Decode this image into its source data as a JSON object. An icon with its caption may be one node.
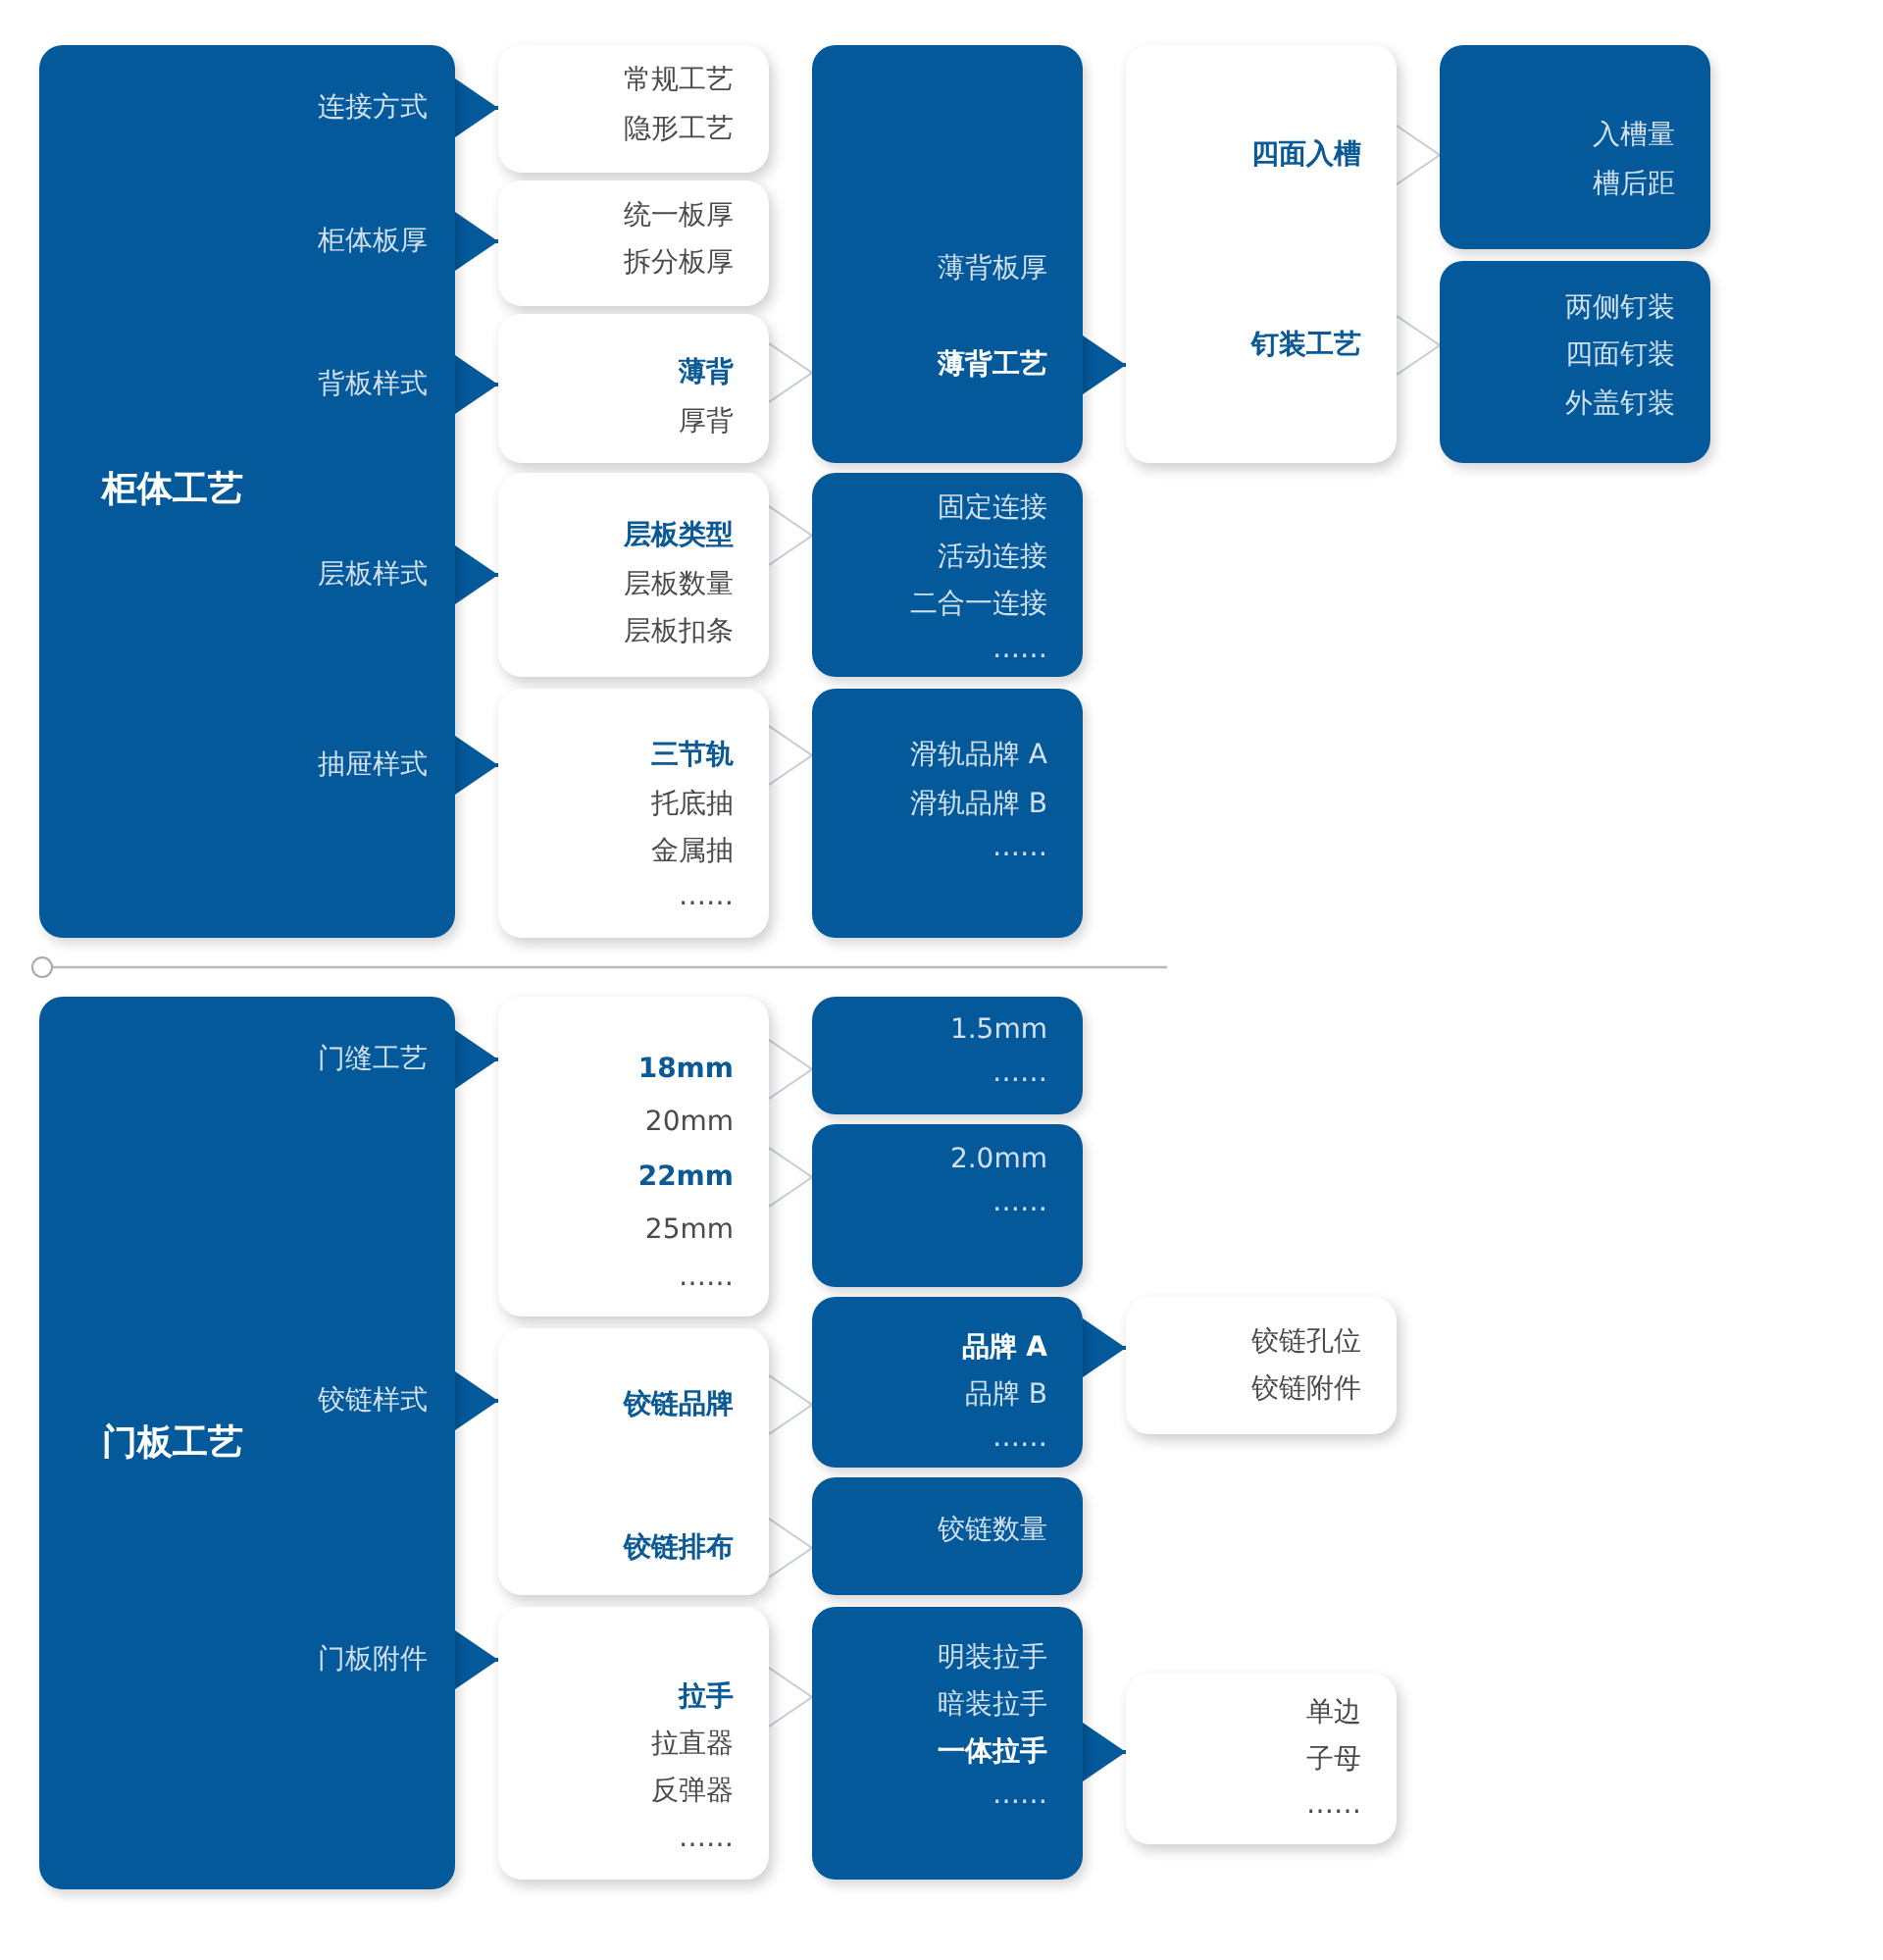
{
  "diagram": {
    "nodes": [
      {
        "text": [
          "柜体工艺"
        ]
      },
      {
        "text": [
          "连接方式"
        ],
        "in": 0
      },
      {
        "text": [
          "柜体板厚"
        ],
        "in": 0
      },
      {
        "text": [
          "背板样式"
        ],
        "in": 0
      },
      {
        "text": [
          "层板样式"
        ],
        "in": 0
      },
      {
        "text": [
          "抽屉样式"
        ],
        "in": 0
      },
      {
        "text": [
          "常规工艺",
          "隐形工艺"
        ]
      },
      {
        "text": [
          "统一板厚",
          "拆分板厚"
        ]
      },
      {
        "text": [
          "厚背"
        ]
      },
      {
        "text": [
          "薄背"
        ],
        "in": 8
      },
      {
        "text": [
          "层板数量",
          "层板扣条"
        ]
      },
      {
        "text": [
          "层板类型"
        ],
        "in": 10
      },
      {
        "text": [
          "托底抽",
          "金属抽",
          "……"
        ]
      },
      {
        "text": [
          "三节轨"
        ],
        "in": 12
      },
      {
        "text": [
          "薄背板厚"
        ]
      },
      {
        "text": [
          "薄背工艺"
        ],
        "in": 14
      },
      {
        "text": [
          "固定连接",
          "活动连接",
          "二合一连接",
          "……"
        ]
      },
      {
        "text": [
          "滑轨品牌 A",
          "滑轨品牌 B",
          "……"
        ]
      },
      {
        "text": [],
        "shape": "box"
      },
      {
        "text": [
          "四面入槽"
        ],
        "in": 18
      },
      {
        "text": [
          "钉装工艺"
        ],
        "in": 18
      },
      {
        "text": [
          "入槽量",
          "槽后距"
        ]
      },
      {
        "text": [
          "两侧钉装",
          "四面钉装",
          "外盖钉装"
        ]
      },
      {
        "text": [
          "门板工艺"
        ]
      },
      {
        "text": [
          "门缝工艺"
        ],
        "in": 23
      },
      {
        "text": [
          "铰链样式"
        ],
        "in": 23
      },
      {
        "text": [
          "门板附件"
        ],
        "in": 23
      },
      {
        "text": [
          "20mm",
          "25mm",
          "……"
        ]
      },
      {
        "text": [
          "18mm"
        ],
        "in": 27
      },
      {
        "text": [
          "22mm"
        ],
        "in": 27
      },
      {
        "text": [],
        "shape": "box"
      },
      {
        "text": [
          "铰链品牌"
        ],
        "in": 30
      },
      {
        "text": [
          "铰链排布"
        ],
        "in": 30
      },
      {
        "text": [
          "拉直器",
          "反弹器",
          "……"
        ]
      },
      {
        "text": [
          "拉手"
        ],
        "in": 33
      },
      {
        "text": [
          "1.5mm",
          "……"
        ]
      },
      {
        "text": [
          "2.0mm",
          "……"
        ]
      },
      {
        "text": [
          "品牌 B",
          "……"
        ]
      },
      {
        "text": [
          "品牌 A"
        ],
        "in": 37
      },
      {
        "text": [
          "铰链数量"
        ]
      },
      {
        "text": [
          "明装拉手",
          "暗装拉手",
          "……"
        ]
      },
      {
        "text": [
          "一体拉手"
        ],
        "in": 40
      },
      {
        "text": [
          "铰链孔位",
          "铰链附件"
        ]
      },
      {
        "text": [
          "单边",
          "子母",
          "……"
        ]
      }
    ],
    "edges": [
      {
        "from": 1,
        "to": 6,
        "arrow": "to"
      },
      {
        "from": 2,
        "to": 7,
        "arrow": "to"
      },
      {
        "from": 3,
        "to": 8,
        "arrow": "to"
      },
      {
        "from": 4,
        "to": 10,
        "arrow": "to"
      },
      {
        "from": 5,
        "to": 12,
        "arrow": "to"
      },
      {
        "from": 9,
        "to": 14,
        "arrow": "to",
        "color": "#ffffff"
      },
      {
        "from": 11,
        "to": 16,
        "arrow": "to",
        "color": "#ffffff"
      },
      {
        "from": 13,
        "to": 17,
        "arrow": "to",
        "color": "#ffffff"
      },
      {
        "from": 15,
        "to": 18,
        "arrow": "to"
      },
      {
        "from": 19,
        "to": 21,
        "arrow": "to",
        "color": "#ffffff"
      },
      {
        "from": 20,
        "to": 22,
        "arrow": "to",
        "color": "#ffffff"
      },
      {
        "from": 24,
        "to": 27,
        "arrow": "to"
      },
      {
        "from": 25,
        "to": 30,
        "arrow": "to"
      },
      {
        "from": 26,
        "to": 33,
        "arrow": "to"
      },
      {
        "from": 28,
        "to": 35,
        "arrow": "to",
        "color": "#ffffff"
      },
      {
        "from": 29,
        "to": 36,
        "arrow": "to",
        "color": "#ffffff"
      },
      {
        "from": 31,
        "to": 37,
        "arrow": "to",
        "color": "#ffffff"
      },
      {
        "from": 32,
        "to": 39,
        "arrow": "to",
        "color": "#ffffff"
      },
      {
        "from": 34,
        "to": 40,
        "arrow": "to",
        "color": "#ffffff"
      },
      {
        "from": 38,
        "to": 42,
        "arrow": "to"
      },
      {
        "from": 41,
        "to": 43,
        "arrow": "to"
      }
    ]
  }
}
